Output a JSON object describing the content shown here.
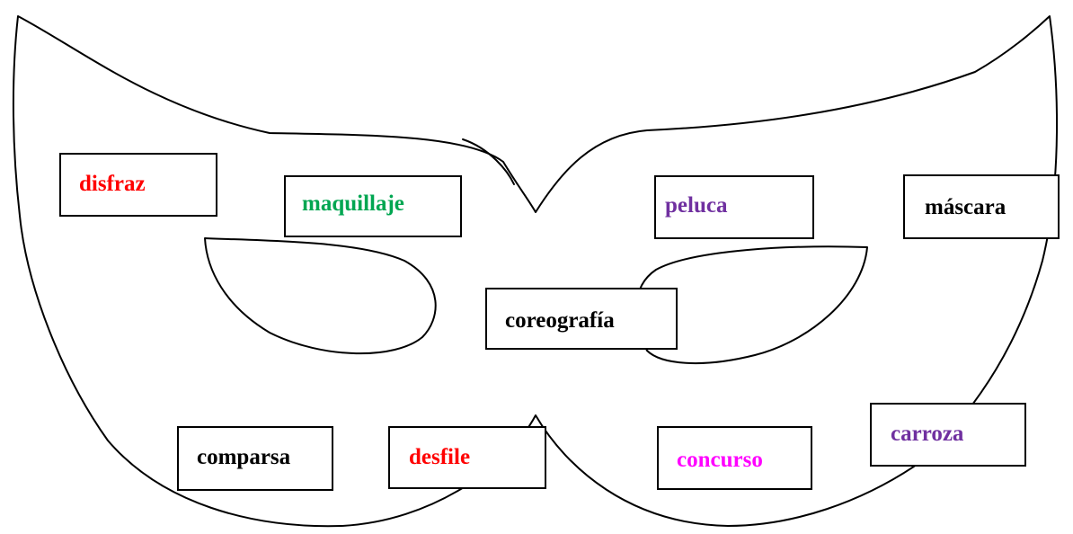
{
  "words": [
    {
      "id": "disfraz",
      "label": "disfraz",
      "color": "#ff0000"
    },
    {
      "id": "maquillaje",
      "label": "maquillaje",
      "color": "#00a651"
    },
    {
      "id": "peluca",
      "label": "peluca",
      "color": "#7030a0"
    },
    {
      "id": "mascara",
      "label": "máscara",
      "color": "#000000"
    },
    {
      "id": "coreografia",
      "label": "coreografía",
      "color": "#000000"
    },
    {
      "id": "comparsa",
      "label": "comparsa",
      "color": "#000000"
    },
    {
      "id": "desfile",
      "label": "desfile",
      "color": "#ff0000"
    },
    {
      "id": "concurso",
      "label": "concurso",
      "color": "#ff00ff"
    },
    {
      "id": "carroza",
      "label": "carroza",
      "color": "#7030a0"
    }
  ]
}
